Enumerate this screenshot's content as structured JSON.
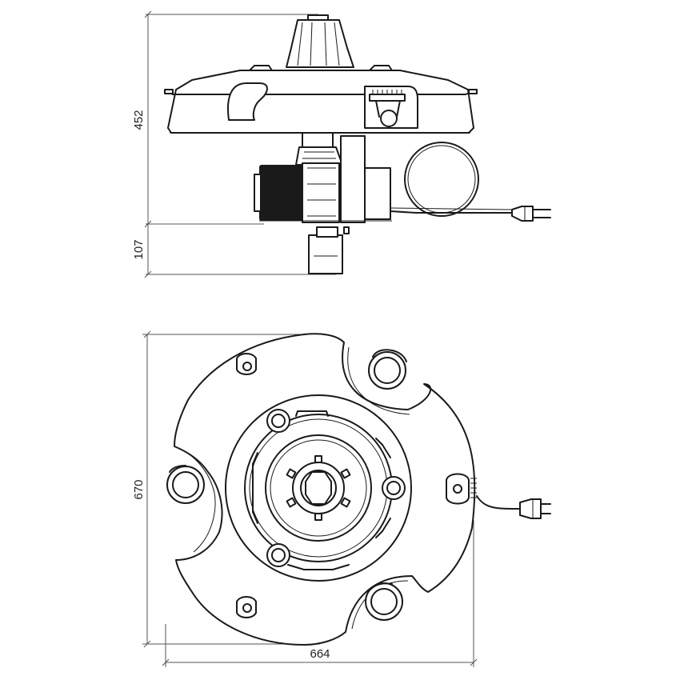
{
  "dimensions": {
    "side_height_top": "452",
    "side_height_bottom": "107",
    "plan_depth": "670",
    "plan_width": "664"
  },
  "colors": {
    "line": "#1a1a1a",
    "dimension_line": "#555555",
    "background": "#ffffff"
  }
}
